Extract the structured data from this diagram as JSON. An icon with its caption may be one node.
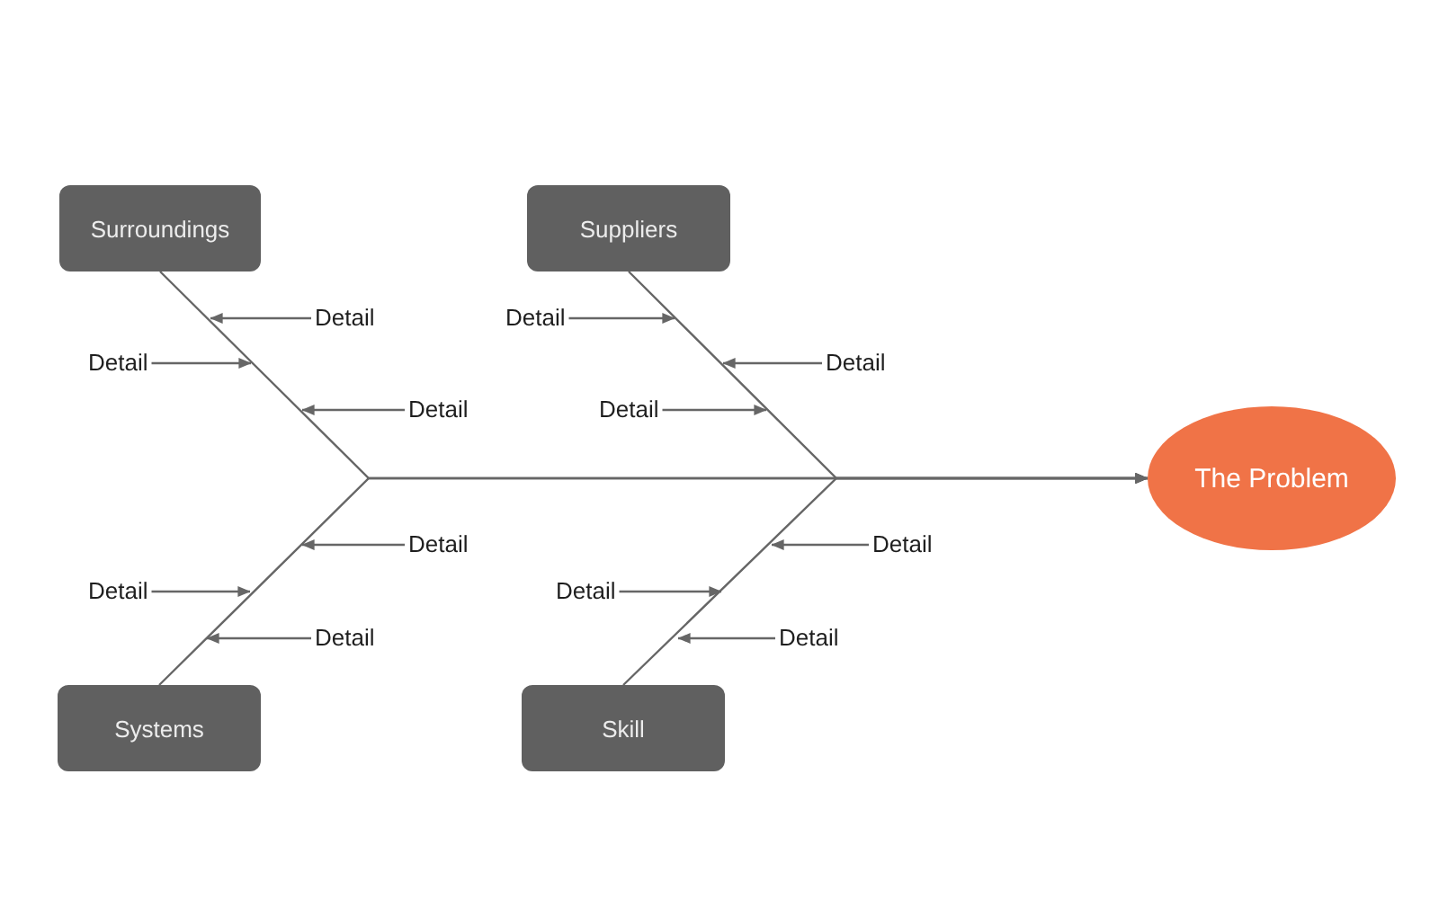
{
  "diagram": {
    "nodes": [
      {
        "text": [
          "Surroundings"
        ]
      },
      {
        "text": [
          "Suppliers"
        ]
      },
      {
        "text": [
          "Detail"
        ]
      },
      {
        "text": [
          "Detail"
        ]
      },
      {
        "text": [
          "Detail"
        ]
      },
      {
        "text": [
          "Detail"
        ]
      },
      {
        "text": [
          "Detail"
        ]
      },
      {
        "text": [
          "Detail"
        ]
      },
      {
        "text": [
          "The Problem"
        ]
      },
      {
        "text": [
          "Detail"
        ]
      },
      {
        "text": [
          "Detail"
        ]
      },
      {
        "text": [
          "Detail"
        ]
      },
      {
        "text": [
          "Detail"
        ]
      },
      {
        "text": [
          "Detail"
        ]
      },
      {
        "text": [
          "Detail"
        ]
      },
      {
        "text": [
          "Systems"
        ]
      },
      {
        "text": [
          "Skill"
        ]
      }
    ],
    "edges": [
      {
        "from": 0,
        "to": 8,
        "arrow": "to"
      },
      {
        "from": 1,
        "to": 8,
        "arrow": "to"
      },
      {
        "from": 15,
        "to": 8,
        "arrow": "to"
      },
      {
        "from": 16,
        "to": 8,
        "arrow": "to"
      },
      {
        "from": 2,
        "to": null,
        "arrow": "to"
      },
      {
        "from": 3,
        "to": null,
        "arrow": "to"
      },
      {
        "from": 4,
        "to": null,
        "arrow": "to"
      },
      {
        "from": 5,
        "to": null,
        "arrow": "to"
      },
      {
        "from": 6,
        "to": null,
        "arrow": "to"
      },
      {
        "from": 7,
        "to": null,
        "arrow": "to"
      },
      {
        "from": 9,
        "to": null,
        "arrow": "to"
      },
      {
        "from": 10,
        "to": null,
        "arrow": "to"
      },
      {
        "from": 11,
        "to": null,
        "arrow": "to"
      },
      {
        "from": 12,
        "to": null,
        "arrow": "to"
      },
      {
        "from": 13,
        "to": null,
        "arrow": "to"
      },
      {
        "from": 14,
        "to": null,
        "arrow": "to"
      }
    ]
  }
}
